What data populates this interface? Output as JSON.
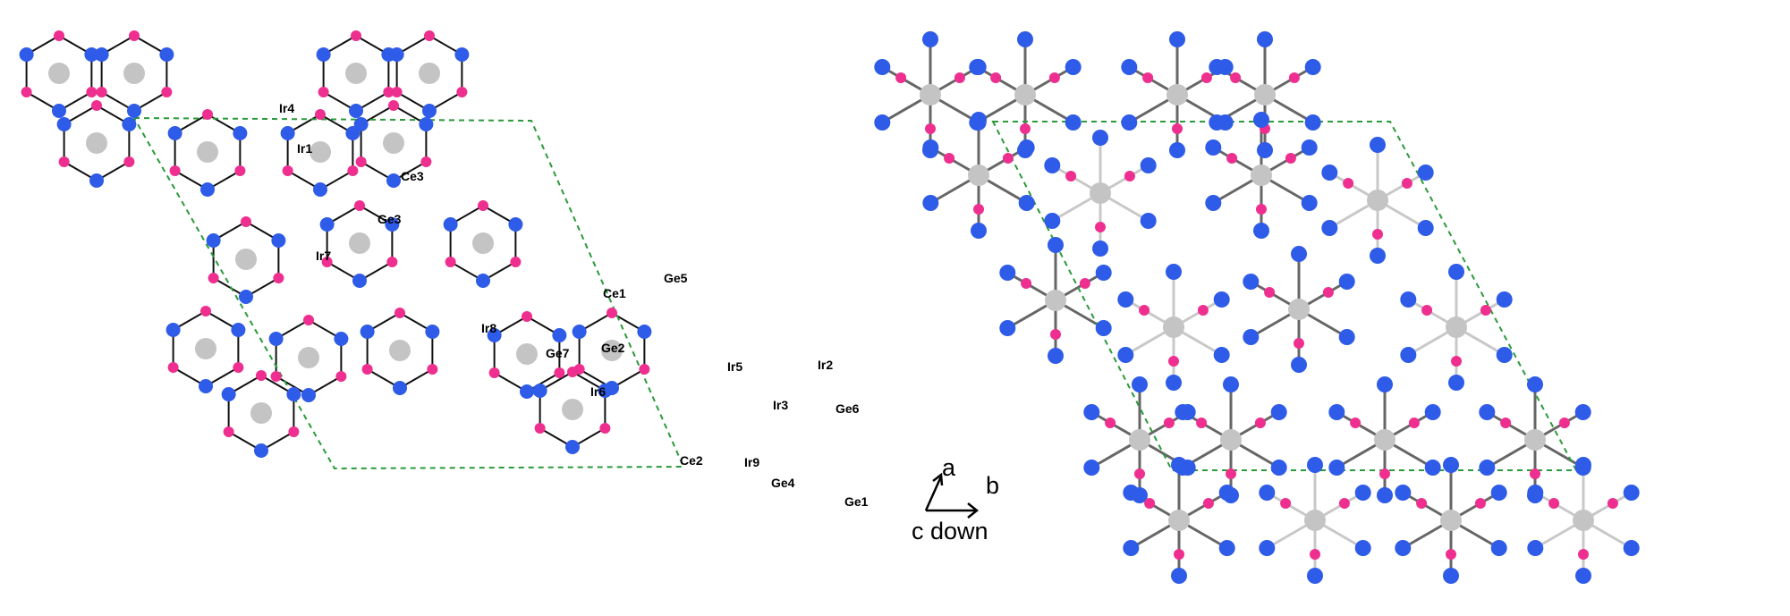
{
  "colors": {
    "ir_atom": "#2e5be8",
    "ge_atom": "#ee2f8f",
    "ce_atom": "#c4c4c4",
    "bond_left": "#111111",
    "bond_dark": "#666666",
    "bond_light": "#c8c8c8",
    "cell_edge": "#2a9a3a"
  },
  "left_panel": {
    "labels": [
      "Ir4",
      "Ir1",
      "Ce3",
      "Ge3",
      "Ir7",
      "Ge5",
      "Ce1",
      "Ir8",
      "Ge7",
      "Ge2",
      "Ir5",
      "Ir2",
      "Ir6",
      "Ir3",
      "Ge6",
      "Ce2",
      "Ir9",
      "Ge4",
      "Ge1"
    ]
  },
  "axes": {
    "a_label": "a",
    "b_label": "b",
    "c_label": "c down"
  }
}
